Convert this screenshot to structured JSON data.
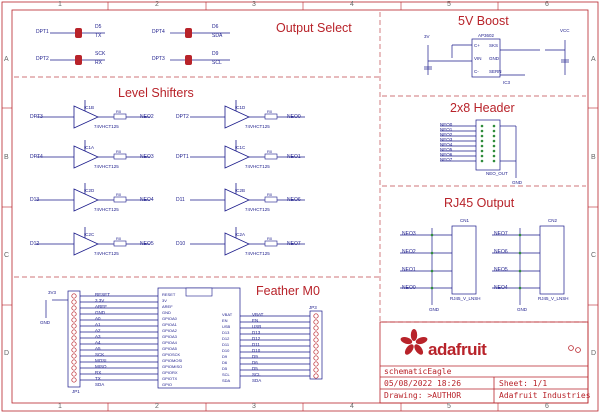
{
  "zones": {
    "columns": [
      "1",
      "2",
      "3",
      "4",
      "5",
      "6"
    ],
    "rows": [
      "A",
      "B",
      "C",
      "D"
    ]
  },
  "titles": {
    "output_select": "Output Select",
    "boost": "5V Boost",
    "level_shifters": "Level Shifters",
    "header": "2x8 Header",
    "feather": "Feather M0",
    "rj45": "RJ45 Output"
  },
  "title_block": {
    "sheet_name": "schematicEagle",
    "date": "05/08/2022 18:26",
    "sheet_label": "Sheet: 1/1",
    "drawing": "Drawing: >AUTHOR",
    "company": "Adafruit Industries",
    "logo": "adafruit"
  },
  "output_select": {
    "jumpers": [
      {
        "net": "DPT1",
        "a": "D5",
        "b": "TX"
      },
      {
        "net": "DPT2",
        "a": "SCK",
        "b": "RX"
      },
      {
        "net": "DPT4",
        "a": "D6",
        "b": "SDA"
      },
      {
        "net": "DPT3",
        "a": "D9",
        "b": "SCL"
      }
    ]
  },
  "boost": {
    "chip": "AP3602",
    "ref": "IC3",
    "pins_left": [
      "C+",
      "VIN",
      "C-"
    ],
    "pins_right": [
      "SKS",
      "GND",
      "SERN"
    ],
    "rails": [
      "3V",
      "VCC"
    ]
  },
  "level_shifters": {
    "part": "74VHCT125",
    "gates": [
      {
        "ref": "IC1B",
        "in": "DPT3",
        "out": "NEO2"
      },
      {
        "ref": "IC1A",
        "in": "DPT4",
        "out": "NEO3"
      },
      {
        "ref": "IC2D",
        "in": "D13",
        "out": "NEO4"
      },
      {
        "ref": "IC2C",
        "in": "D12",
        "out": "NEO5"
      },
      {
        "ref": "IC1D",
        "in": "DPT2",
        "out": "NEO0"
      },
      {
        "ref": "IC1C",
        "in": "DPT1",
        "out": "NEO1"
      },
      {
        "ref": "IC2B",
        "in": "D11",
        "out": "NEO6"
      },
      {
        "ref": "IC2A",
        "in": "D10",
        "out": "NEO7"
      }
    ],
    "resistor": "R0"
  },
  "header": {
    "nets": [
      "NEO0",
      "NEO1",
      "NEO2",
      "NEO3",
      "NEO4",
      "NEO5",
      "NEO6",
      "NEO7"
    ],
    "ref": "NEO_OUT",
    "gnd": "GND"
  },
  "rj45": {
    "connectors": [
      {
        "ref": "CN1",
        "part": "RJ45_V_LNSH",
        "nets": [
          "NEO3",
          "NEO2",
          "NEO1",
          "NEO0"
        ]
      },
      {
        "ref": "CN2",
        "part": "RJ45_V_LNSH",
        "nets": [
          "NEO7",
          "NEO6",
          "NEO5",
          "NEO4"
        ]
      }
    ],
    "gnd": "GND"
  },
  "feather": {
    "left_pins": [
      "RESET",
      "3.3V",
      "AREF",
      "GND",
      "A0",
      "A1",
      "A2",
      "A3",
      "A4",
      "A5",
      "SCK",
      "MOSI",
      "MISO",
      "RX",
      "TX",
      "SDA"
    ],
    "chip_left": [
      "RESET",
      "3V",
      "AREF",
      "GND",
      "GPIOA0",
      "GPIOA1",
      "GPIOA2",
      "GPIOA3",
      "GPIOA4",
      "GPIOA5",
      "GPIOSCK",
      "GPIOMOSI",
      "GPIOMISO",
      "GPIORX",
      "GPIOTX",
      "GPIO"
    ],
    "chip_right": [
      "VBAT",
      "EN",
      "USB",
      "D13",
      "D12",
      "D11",
      "D10",
      "D9",
      "D6",
      "D5",
      "SCL",
      "SDA"
    ],
    "right_pins": [
      "VBAT",
      "EN",
      "USB",
      "D13",
      "D12",
      "D11",
      "D10",
      "D9",
      "D6",
      "D5",
      "SCL",
      "SDA"
    ],
    "refs": [
      "JP1",
      "JP3"
    ],
    "rail": "3V3",
    "gnd": "GND"
  }
}
